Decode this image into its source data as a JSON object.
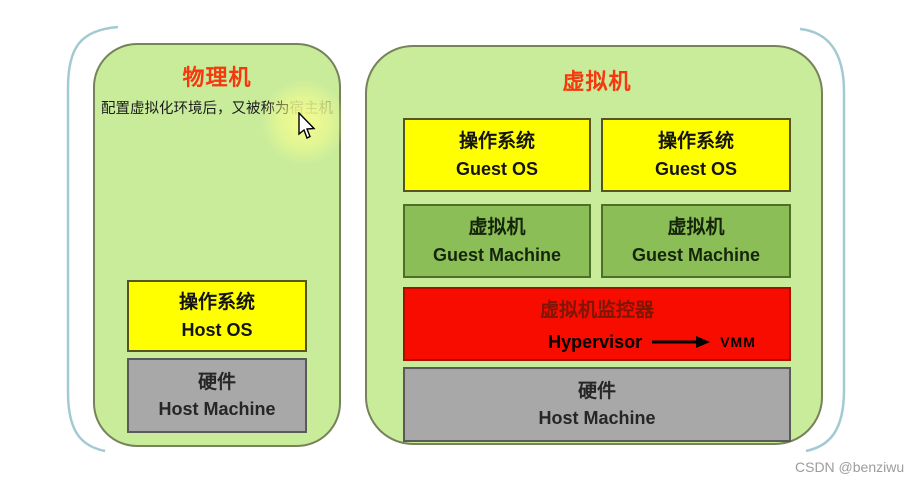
{
  "left_panel": {
    "title": "物理机",
    "note_prefix": "配置虚拟化环境后，又被称为",
    "note_highlight": "宿主机",
    "os_box": {
      "line_cn": "操作系统",
      "line_en": "Host OS"
    },
    "hardware_box": {
      "line_cn": "硬件",
      "line_en": "Host Machine"
    }
  },
  "right_panel": {
    "title": "虚拟机",
    "guest_os_boxes": [
      {
        "line_cn": "操作系统",
        "line_en": "Guest OS"
      },
      {
        "line_cn": "操作系统",
        "line_en": "Guest OS"
      }
    ],
    "guest_machine_boxes": [
      {
        "line_cn": "虚拟机",
        "line_en": "Guest Machine"
      },
      {
        "line_cn": "虚拟机",
        "line_en": "Guest Machine"
      }
    ],
    "hypervisor_box": {
      "line_cn": "虚拟机监控器",
      "name": "Hypervisor",
      "abbr": "VMM"
    },
    "hardware_box": {
      "line_cn": "硬件",
      "line_en": "Host Machine"
    }
  },
  "watermark": "CSDN @benziwu",
  "icons": {
    "arrow": "right-arrow-icon",
    "cursor": "mouse-cursor-icon"
  },
  "colors": {
    "panel_background": "#c9ec9b",
    "panel_border": "#75825a",
    "title_red": "#f5380e",
    "yellow_box": "#ffff00",
    "green_box": "#8cbe57",
    "red_box": "#f90c00",
    "gray_box": "#a8a8a8",
    "hypervisor_cn_text": "#7d1605",
    "note_highlight_text": "#8a996b",
    "blue_arc": "#a3c9d3",
    "watermark_gray": "#9c9c9c"
  }
}
